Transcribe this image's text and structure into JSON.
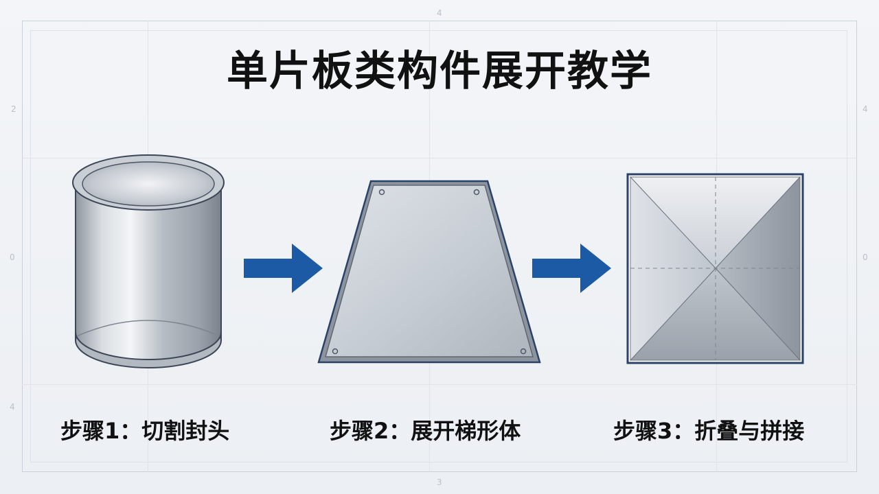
{
  "title": "单片板类构件展开教学",
  "steps": [
    {
      "label": "步骤1：切割封头",
      "figure": "cylinder-icon"
    },
    {
      "label": "步骤2：展开梯形体",
      "figure": "trapezoid-plate-icon"
    },
    {
      "label": "步骤3：折叠与拼接",
      "figure": "folded-square-plate-icon"
    }
  ],
  "ruler_labels": [
    "4",
    "2",
    "4",
    "0",
    "0",
    "4",
    "3"
  ],
  "colors": {
    "arrow": "#1c5aa6",
    "outline": "#2a4269",
    "metal_light": "#e7eaee",
    "metal_mid": "#bfc5cd",
    "metal_dark": "#8c939d"
  }
}
